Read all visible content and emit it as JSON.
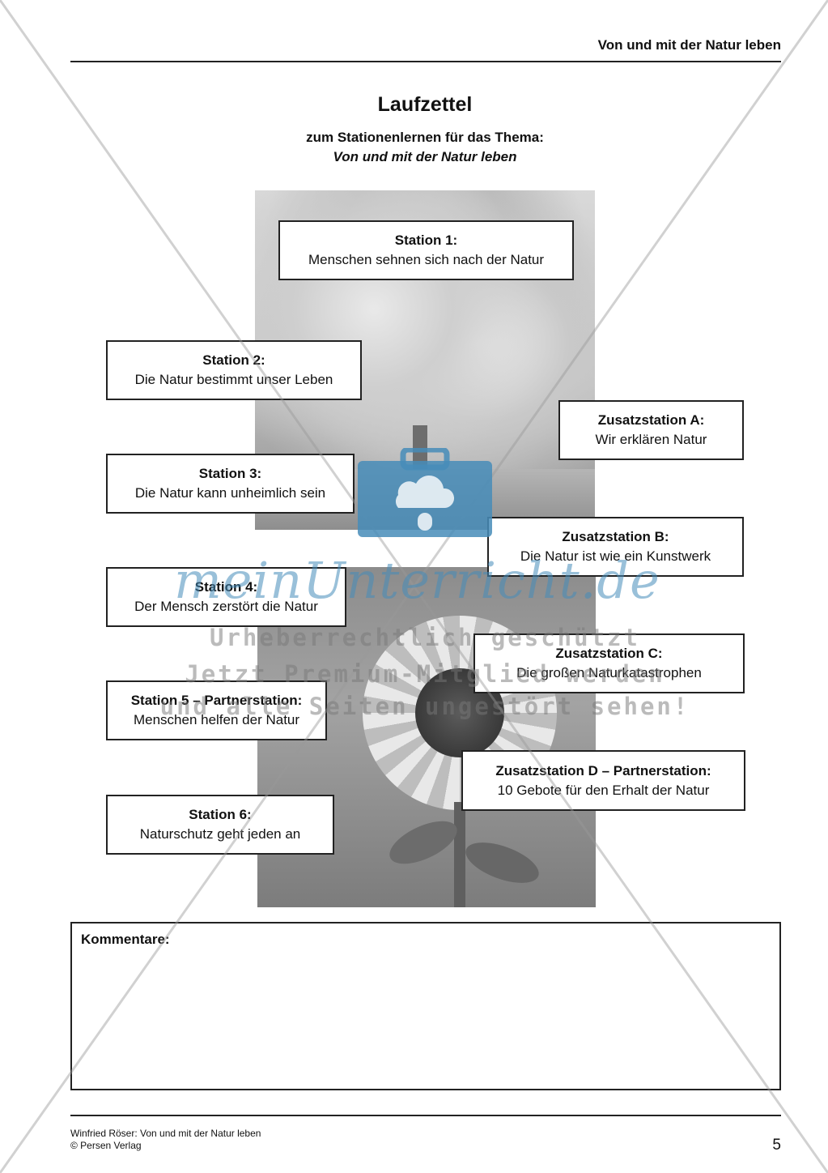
{
  "header": {
    "title": "Von und mit der Natur leben"
  },
  "main": {
    "title": "Laufzettel",
    "subtitle": "zum Stationenlernen für das Thema:",
    "topic": "Von und mit der Natur leben"
  },
  "stations": [
    {
      "heading": "Station 1:",
      "text": "Menschen sehnen sich nach der Natur"
    },
    {
      "heading": "Station 2:",
      "text": "Die Natur bestimmt unser Leben"
    },
    {
      "heading": "Station 3:",
      "text": "Die Natur kann unheimlich sein"
    },
    {
      "heading": "Station 4:",
      "text": "Der Mensch zerstört die Natur"
    },
    {
      "heading": "Station 5 – Partnerstation:",
      "text": "Menschen helfen der Natur"
    },
    {
      "heading": "Station 6:",
      "text": "Naturschutz geht jeden an"
    },
    {
      "heading": "Zusatzstation A:",
      "text": "Wir erklären Natur"
    },
    {
      "heading": "Zusatzstation B:",
      "text": "Die Natur ist wie ein Kunstwerk"
    },
    {
      "heading": "Zusatzstation C:",
      "text": "Die großen Naturkatastrophen"
    },
    {
      "heading": "Zusatzstation D – Partnerstation:",
      "text": "10 Gebote für den Erhalt der Natur"
    }
  ],
  "comments": {
    "label": "Kommentare:"
  },
  "footer": {
    "author_line": "Winfried Röser: Von und mit der Natur leben",
    "publisher": "© Persen Verlag",
    "page_number": "5"
  },
  "watermark": {
    "logo_text": "meinUnterricht.de",
    "line1": "Urheberrechtlich geschützt",
    "line2": "Jetzt Premium-Mitglied werden",
    "line3": "und alle Seiten ungestört sehen!",
    "logo_color": "#468cb9"
  }
}
